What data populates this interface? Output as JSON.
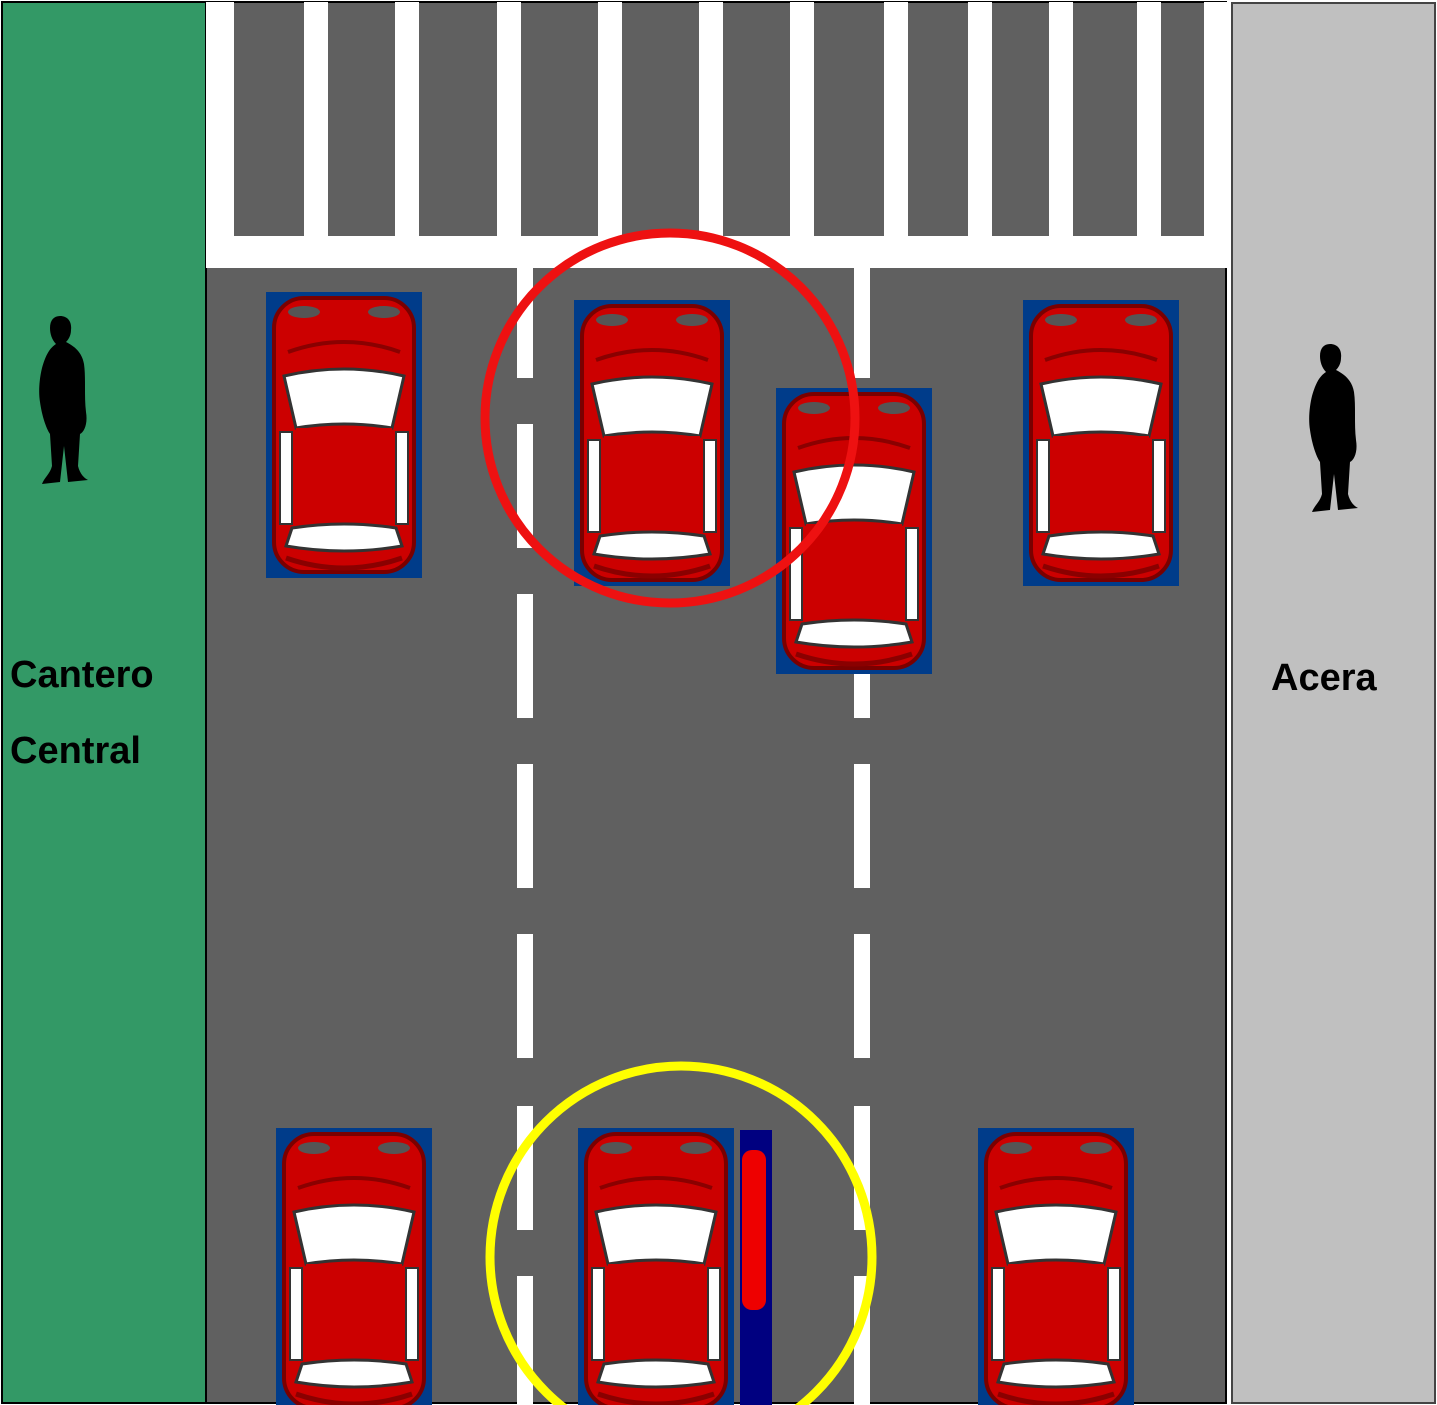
{
  "labels": {
    "median_line1": "Cantero",
    "median_line2": "Central",
    "sidewalk": "Acera"
  },
  "colors": {
    "median": "#339966",
    "road": "#606060",
    "sidewalk": "#c0c0c0",
    "marking": "#ffffff",
    "car_body": "#cc0000",
    "car_dark": "#8a0000",
    "car_shadow": "#003c8a",
    "glass": "#ffffff",
    "pedestrian": "#000000",
    "highlight_red": "#ee1111",
    "highlight_yellow": "#ffff00"
  },
  "icons": {
    "car": "car-top-view-icon",
    "pedestrian": "pedestrian-silhouette-icon",
    "highlight": "circle-outline-icon"
  }
}
